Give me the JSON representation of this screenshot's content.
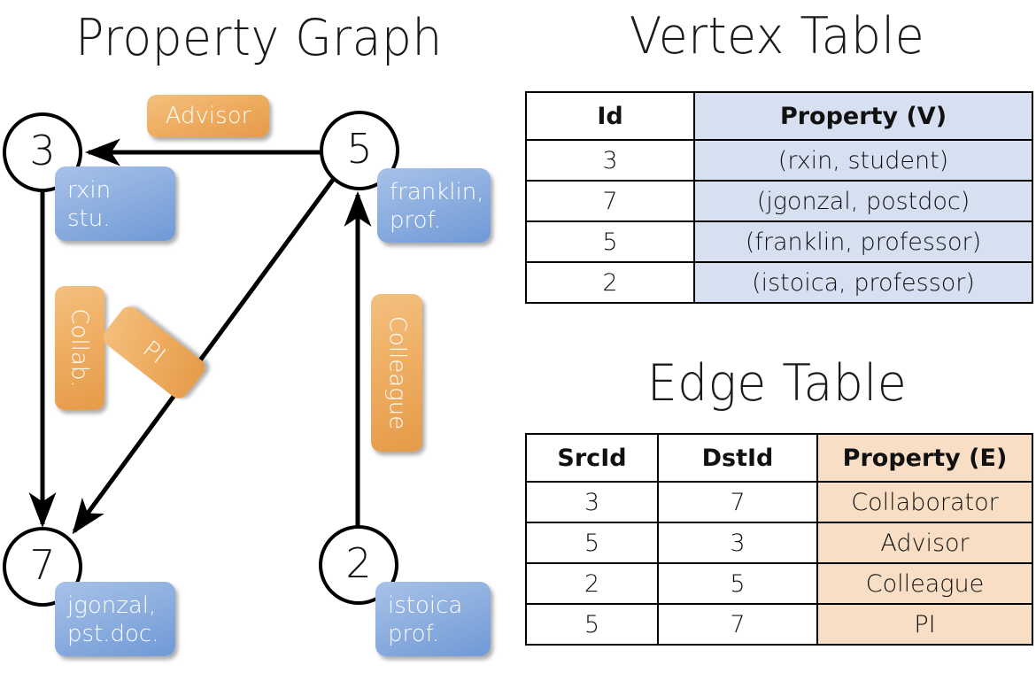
{
  "titles": {
    "property_graph": "Property Graph",
    "vertex_table": "Vertex Table",
    "edge_table": "Edge Table"
  },
  "graph": {
    "vertices": [
      {
        "id": "3",
        "property_line1": "rxin",
        "property_line2": "stu."
      },
      {
        "id": "5",
        "property_line1": "franklin,",
        "property_line2": "prof."
      },
      {
        "id": "7",
        "property_line1": "jgonzal,",
        "property_line2": "pst.doc."
      },
      {
        "id": "2",
        "property_line1": "istoica",
        "property_line2": "prof."
      }
    ],
    "edge_labels": [
      {
        "name": "advisor",
        "text": "Advisor"
      },
      {
        "name": "collab",
        "text": "Collab."
      },
      {
        "name": "pi",
        "text": "PI"
      },
      {
        "name": "colleague",
        "text": "Colleague"
      }
    ]
  },
  "vertex_table": {
    "headers": [
      "Id",
      "Property (V)"
    ],
    "rows": [
      [
        "3",
        "(rxin, student)"
      ],
      [
        "7",
        "(jgonzal, postdoc)"
      ],
      [
        "5",
        "(franklin, professor)"
      ],
      [
        "2",
        "(istoica, professor)"
      ]
    ]
  },
  "edge_table": {
    "headers": [
      "SrcId",
      "DstId",
      "Property (E)"
    ],
    "rows": [
      [
        "3",
        "7",
        "Collaborator"
      ],
      [
        "5",
        "3",
        "Advisor"
      ],
      [
        "2",
        "5",
        "Colleague"
      ],
      [
        "5",
        "7",
        "PI"
      ]
    ]
  },
  "colors": {
    "vertex_property_fill": "#d6e0f0",
    "edge_property_fill": "#f8dec4",
    "node_box_blue": "#8fb0e0",
    "edge_label_orange": "#efae63",
    "stroke": "#000000"
  }
}
